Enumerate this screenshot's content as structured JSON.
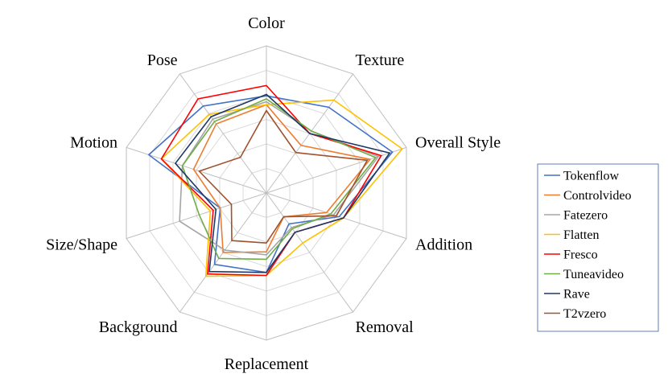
{
  "chart_data": {
    "type": "radar",
    "axes": [
      "Color",
      "Texture",
      "Overall Style",
      "Addition",
      "Removal",
      "Replacement",
      "Background",
      "Size/Shape",
      "Motion",
      "Pose"
    ],
    "rlim": [
      0,
      1
    ],
    "grid_levels": 6,
    "grid": true,
    "legend_position": "right",
    "series": [
      {
        "name": "Tokenflow",
        "color": "#4472C4",
        "values": [
          0.66,
          0.72,
          0.9,
          0.52,
          0.26,
          0.54,
          0.6,
          0.33,
          0.84,
          0.73
        ]
      },
      {
        "name": "Controlvideo",
        "color": "#ED7D31",
        "values": [
          0.6,
          0.4,
          0.74,
          0.43,
          0.2,
          0.4,
          0.5,
          0.33,
          0.52,
          0.58
        ]
      },
      {
        "name": "Fatezero",
        "color": "#A5A5A5",
        "values": [
          0.62,
          0.52,
          0.8,
          0.48,
          0.29,
          0.42,
          0.48,
          0.62,
          0.6,
          0.62
        ]
      },
      {
        "name": "Flatten",
        "color": "#FFC000",
        "values": [
          0.6,
          0.78,
          0.97,
          0.55,
          0.42,
          0.56,
          0.7,
          0.4,
          0.75,
          0.66
        ]
      },
      {
        "name": "Fresco",
        "color": "#FF0000",
        "values": [
          0.73,
          0.5,
          0.82,
          0.55,
          0.33,
          0.56,
          0.68,
          0.38,
          0.75,
          0.79
        ]
      },
      {
        "name": "Tuneavideo",
        "color": "#70AD47",
        "values": [
          0.64,
          0.52,
          0.78,
          0.46,
          0.3,
          0.45,
          0.55,
          0.48,
          0.6,
          0.6
        ]
      },
      {
        "name": "Rave",
        "color": "#1F3864",
        "values": [
          0.67,
          0.5,
          0.88,
          0.55,
          0.33,
          0.54,
          0.66,
          0.36,
          0.65,
          0.64
        ]
      },
      {
        "name": "T2vzero",
        "color": "#A0522D",
        "values": [
          0.56,
          0.34,
          0.72,
          0.5,
          0.2,
          0.34,
          0.4,
          0.25,
          0.48,
          0.3
        ]
      }
    ]
  }
}
